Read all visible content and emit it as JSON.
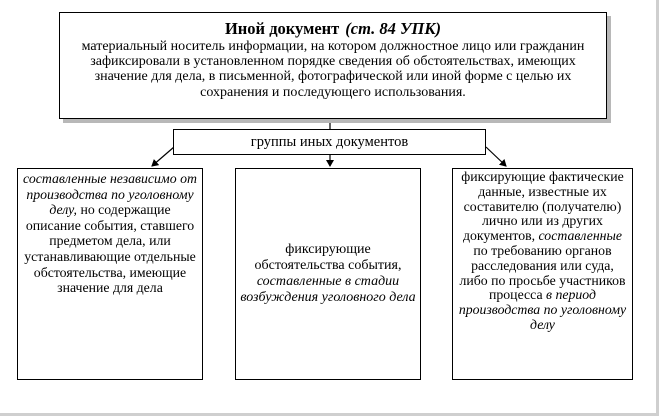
{
  "definition": {
    "title": "Иной документ",
    "reference": "(ст. 84 УПК)",
    "text": "материальный носитель информации, на котором должностное лицо или гражданин зафиксировали в установленном порядке сведения об обстоятельствах, имеющих значение для дела, в письменной, фотографической или иной форме с целью их сохранения и последующего использования."
  },
  "groups": {
    "label": "группы иных документов"
  },
  "columns": {
    "left": {
      "part1": "составленные независимо от производства по уголовному делу,",
      "part2": " но содержащие описание события, ставшего предметом дела, или устанавливающие отдельные обстоятельства, имеющие значение для дела"
    },
    "middle": {
      "part1": "фиксирующие обстоятельства события,",
      "part2": " составленные в стадии возбуждения уголовного дела"
    },
    "right": {
      "part1": "фиксирующие фактические данные, известные их составителю (получателю) лично или из других документов,",
      "part2": " составленные",
      "part3": " по требованию органов расследования или суда, либо по просьбе участников процесса",
      "part4": " в период производства по уголовному делу"
    }
  },
  "colors": {
    "stroke": "#000000",
    "shadow": "#b8b8b8",
    "background": "#ffffff"
  }
}
